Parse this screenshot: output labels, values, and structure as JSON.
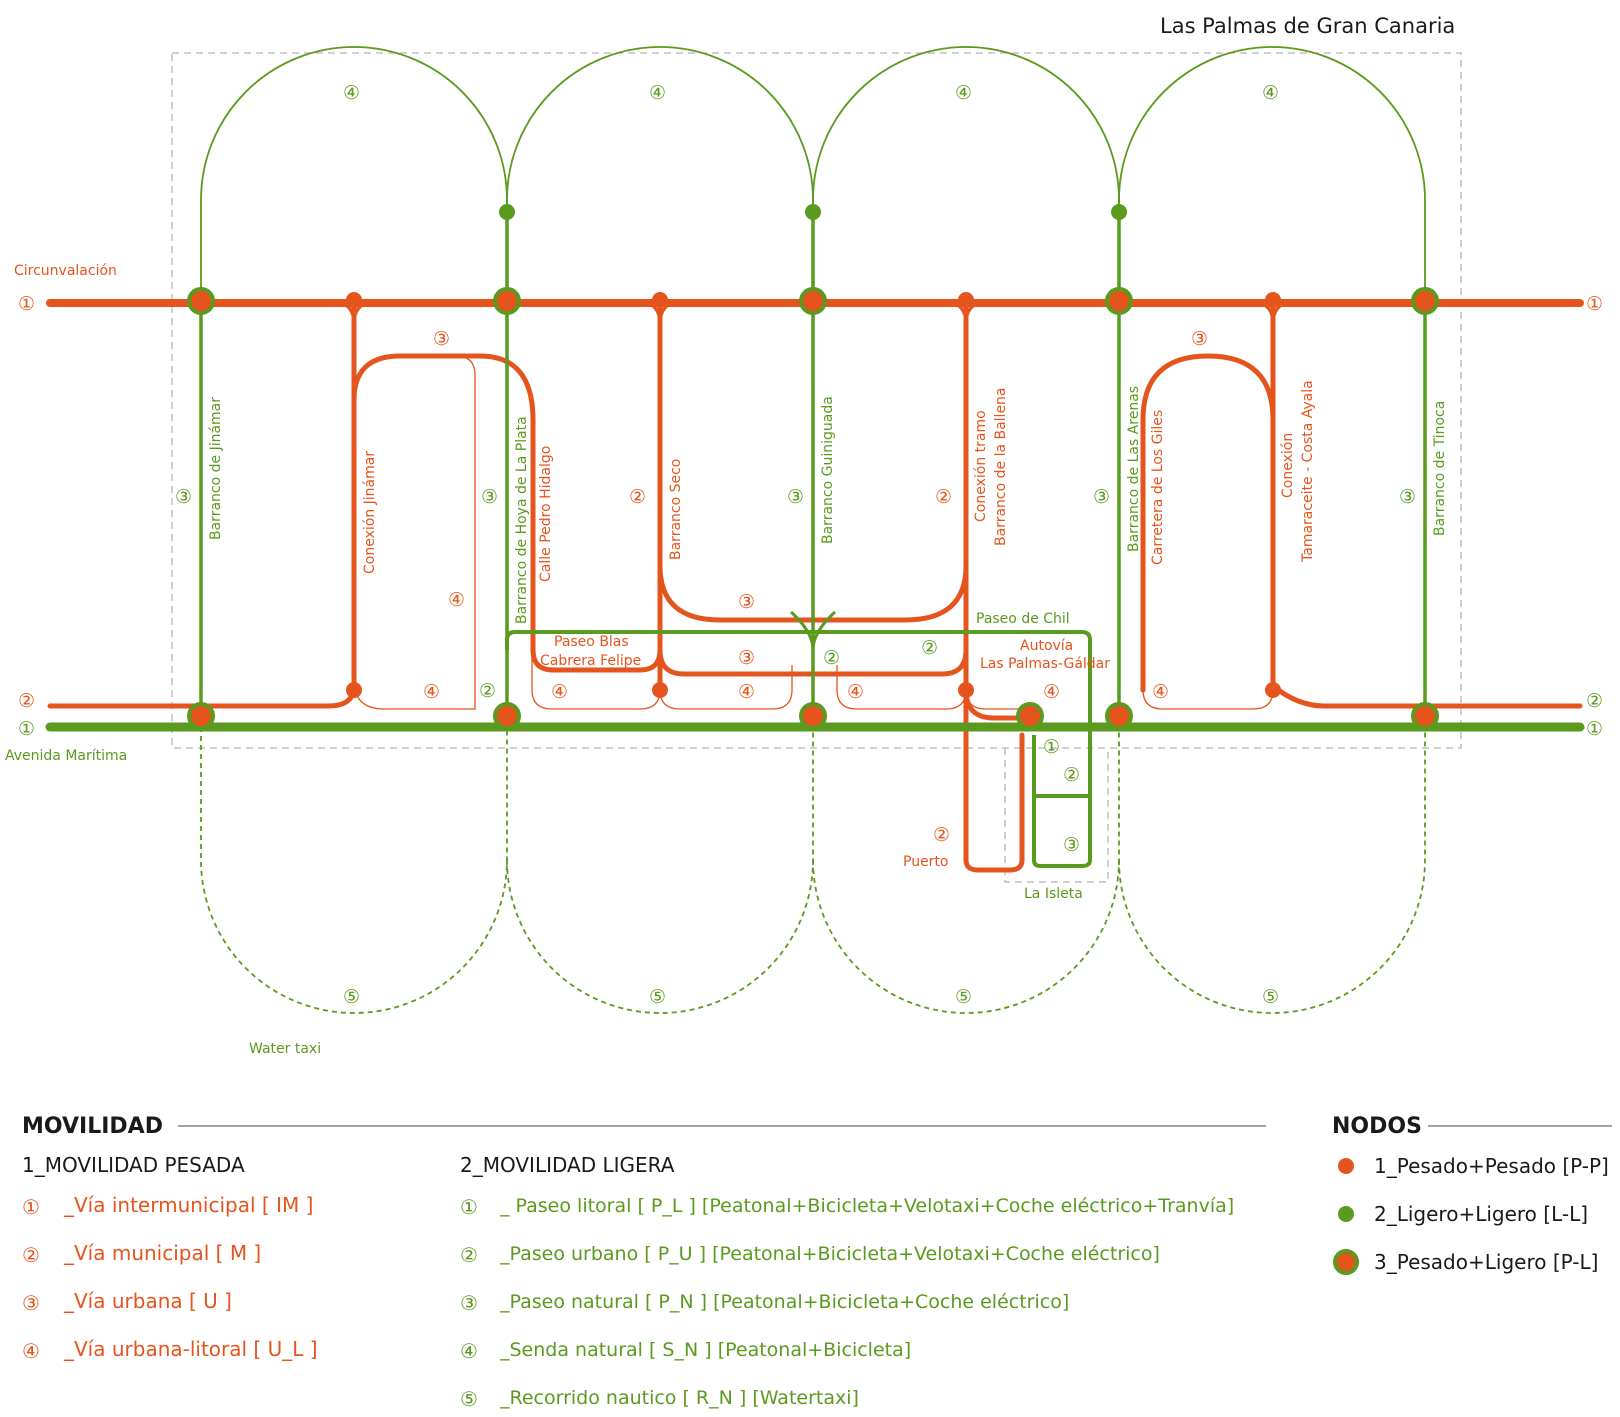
{
  "title": "Las Palmas de Gran Canaria",
  "colors": {
    "heavy": "#e5541c",
    "light": "#5a9a1e",
    "heading": "#1a1a1a",
    "rule": "#9aa6ab",
    "frame": "#b5b5b5"
  },
  "map": {
    "left_labels": {
      "circunvalacion": "Circunvalación",
      "avenida_maritima": "Avenida Marítima",
      "water_taxi": "Water taxi",
      "puerto": "Puerto",
      "la_isleta": "La Isleta",
      "paseo_de_chil": "Paseo de Chil",
      "paseo_blas_1": "Paseo Blas",
      "paseo_blas_2": "Cabrera Felipe",
      "autovia_1": "Autovía",
      "autovia_2": "Las Palmas-Gáldar"
    },
    "vertical_labels": {
      "jinamar": "Barranco de Jinámar",
      "conexion_jinamar": "Conexión Jinámar",
      "hoya_plata": "Barranco de Hoya de La Plata",
      "pedro_hidalgo": "Calle Pedro Hidalgo",
      "seco": "Barranco Seco",
      "guiniguada": "Barranco Guiniguada",
      "ballena_1": "Conexión tramo",
      "ballena_2": "Barranco de la Ballena",
      "las_arenas": "Barranco de Las Arenas",
      "los_giles": "Carretera de Los Giles",
      "tamaraceite_1": "Conexión",
      "tamaraceite_2": "Tamaraceite - Costa Ayala",
      "tinoca": "Barranco de Tinoca"
    },
    "line_markers": {
      "one": "①",
      "two": "②",
      "three": "③",
      "four": "④",
      "five": "⑤"
    }
  },
  "legend": {
    "movilidad": {
      "heading": "MOVILIDAD",
      "pesada": {
        "title": "1_MOVILIDAD PESADA",
        "items": [
          {
            "marker": "①",
            "text": "_Vía intermunicipal [ IM ]"
          },
          {
            "marker": "②",
            "text": "_Vía municipal [ M ]"
          },
          {
            "marker": "③",
            "text": "_Vía urbana [ U ]"
          },
          {
            "marker": "④",
            "text": "_Vía urbana-litoral [ U_L ]"
          }
        ]
      },
      "ligera": {
        "title": "2_MOVILIDAD LIGERA",
        "items": [
          {
            "marker": "①",
            "text": "_ Paseo litoral [ P_L ] [Peatonal+Bicicleta+Velotaxi+Coche eléctrico+Tranvía]"
          },
          {
            "marker": "②",
            "text": "_Paseo urbano [ P_U ] [Peatonal+Bicicleta+Velotaxi+Coche eléctrico]"
          },
          {
            "marker": "③",
            "text": "_Paseo natural [ P_N ] [Peatonal+Bicicleta+Coche eléctrico]"
          },
          {
            "marker": "④",
            "text": "_Senda natural [ S_N ] [Peatonal+Bicicleta]"
          },
          {
            "marker": "⑤",
            "text": "_Recorrido nautico [ R_N ] [Watertaxi]"
          }
        ]
      }
    },
    "nodos": {
      "heading": "NODOS",
      "items": [
        {
          "type": "heavy-heavy",
          "text": "1_Pesado+Pesado [P-P]"
        },
        {
          "type": "light-light",
          "text": "2_Ligero+Ligero [L-L]"
        },
        {
          "type": "heavy-light",
          "text": "3_Pesado+Ligero [P-L]"
        }
      ]
    }
  }
}
